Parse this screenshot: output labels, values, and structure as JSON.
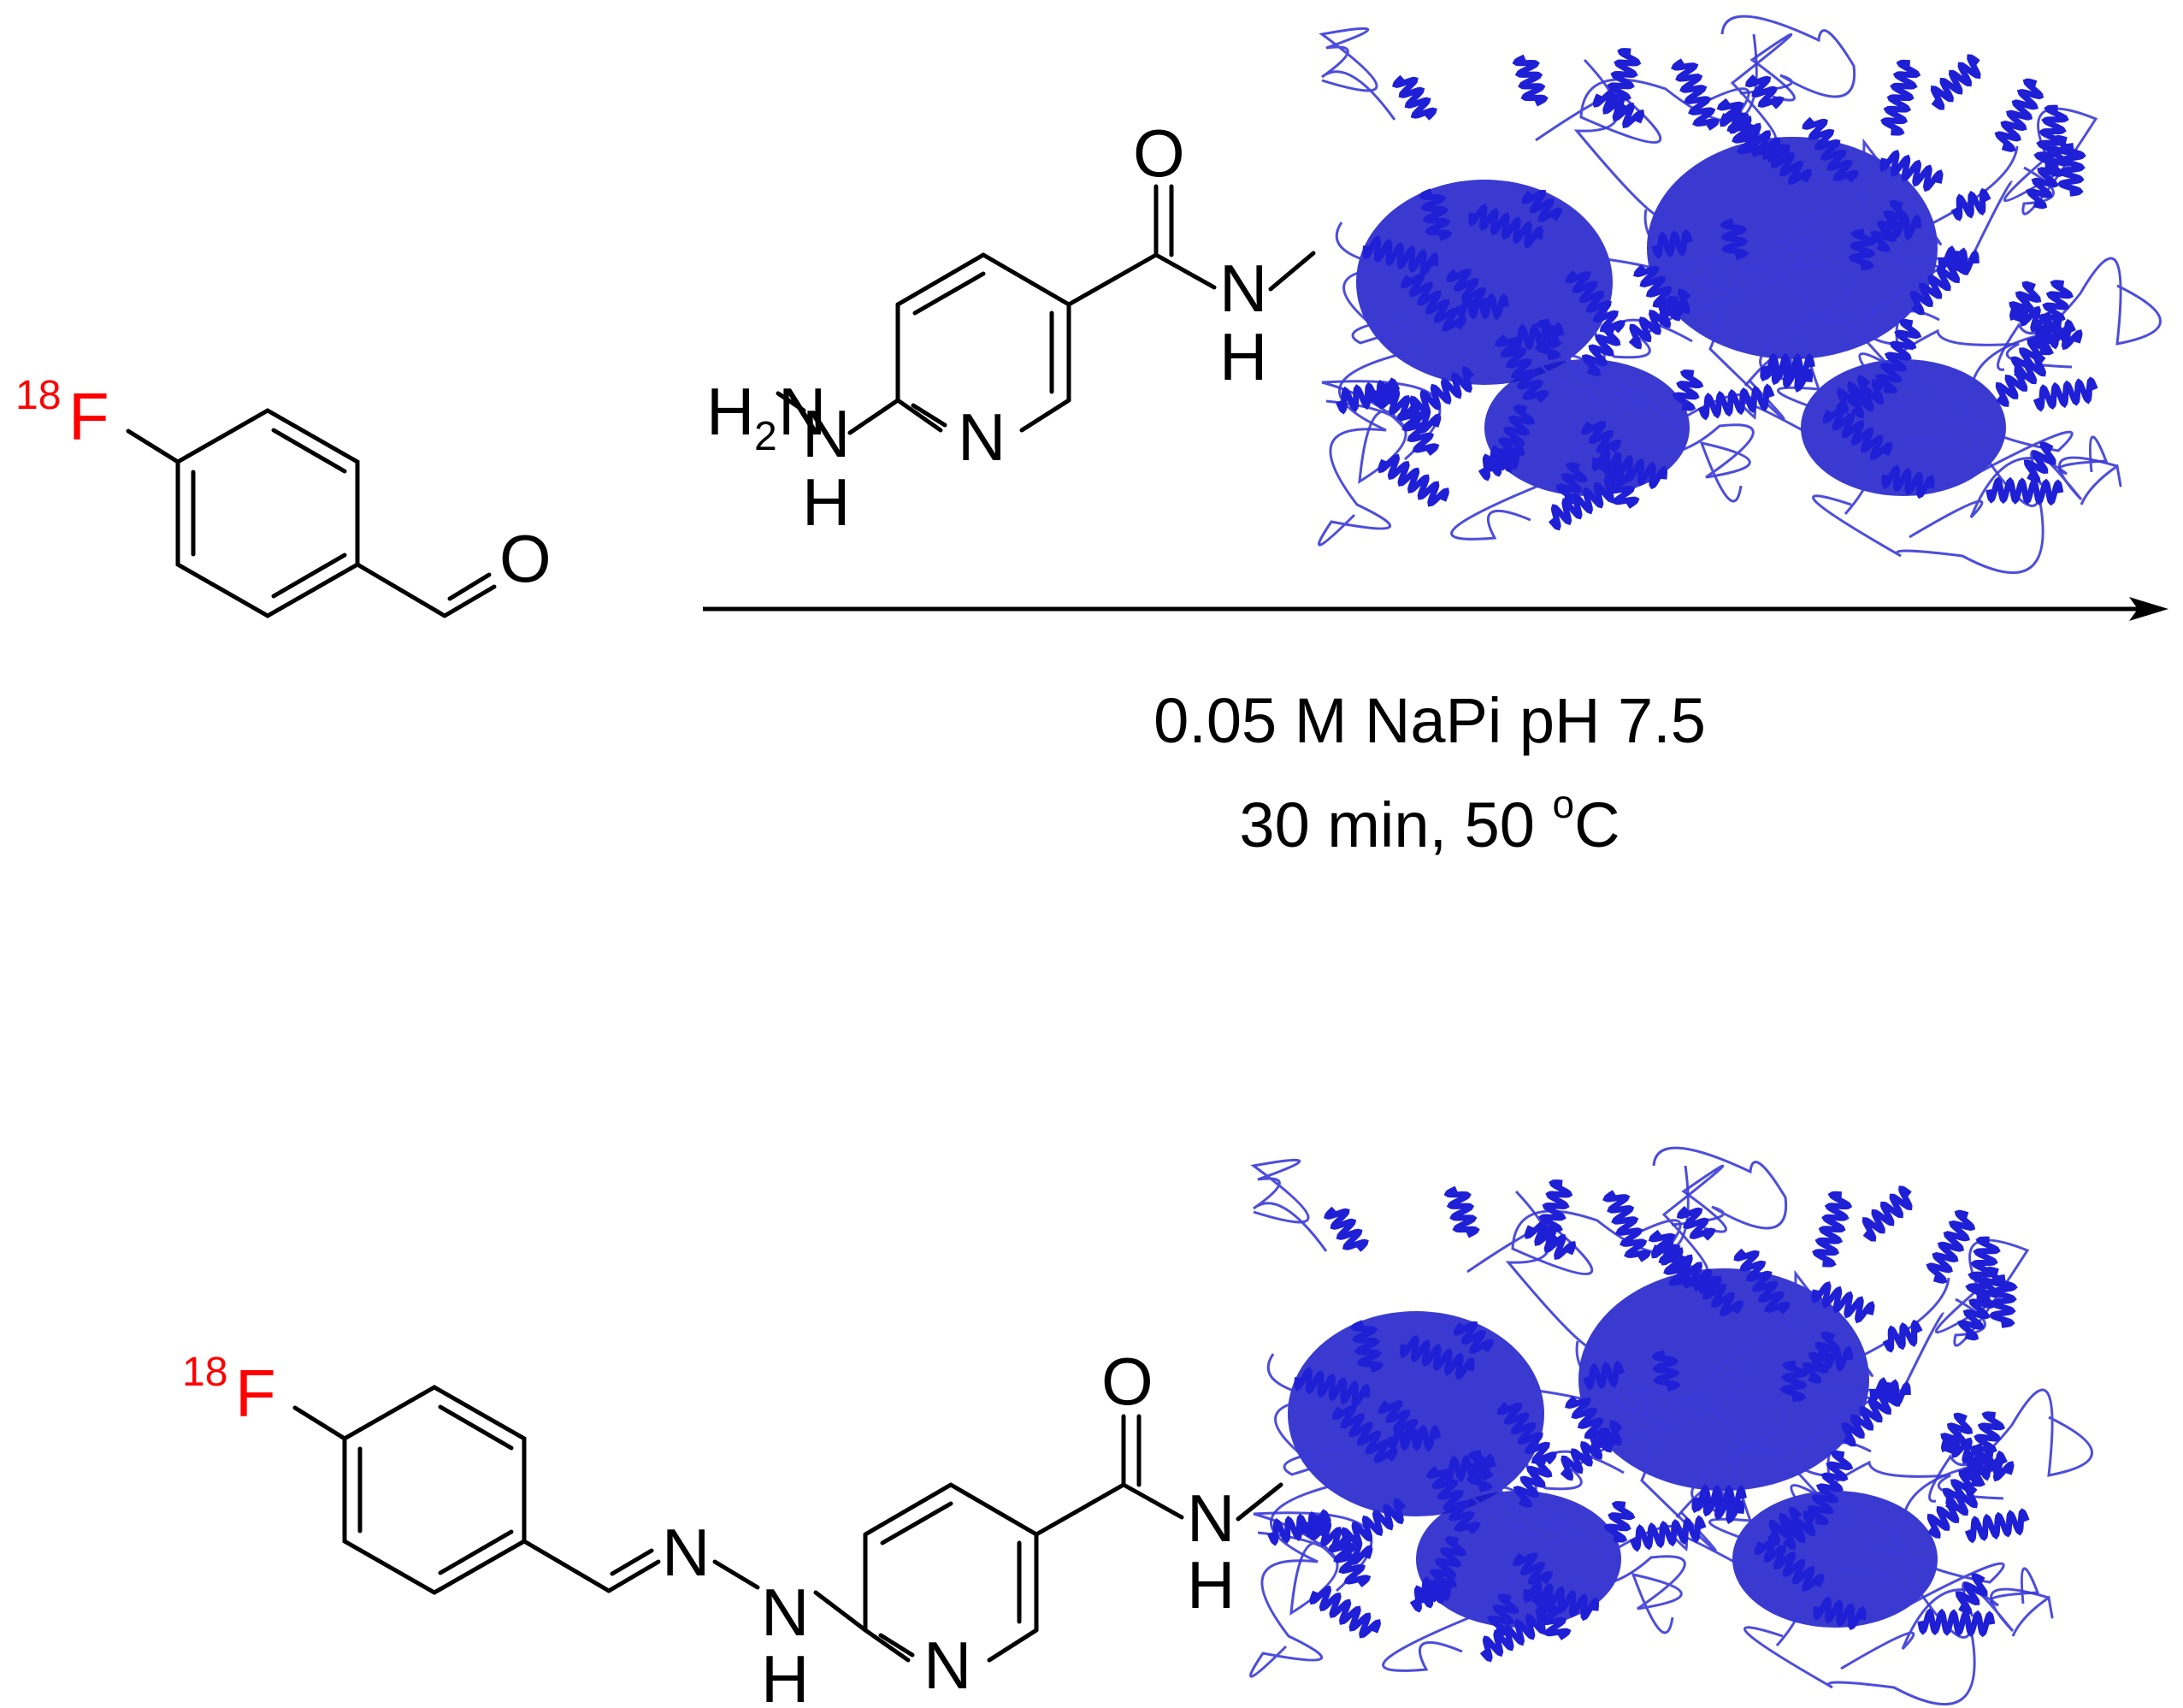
{
  "isotope": {
    "mass_number": "18",
    "element": "F",
    "color": "#ff0000"
  },
  "reagent": {
    "oxygen": "O",
    "amide_n": "N",
    "amide_h": "H",
    "hydrazine_h2n": "H",
    "hydrazine_sub2": "2",
    "hydrazine_n_after": "N",
    "hydrazine_nh_n": "N",
    "hydrazine_nh_h": "H",
    "pyridine_n": "N"
  },
  "aldehyde": {
    "oxygen": "O"
  },
  "conditions": {
    "line1": "0.05 M NaPi pH 7.5",
    "line2_prefix": "30 min, 50 ",
    "line2_degree": "o",
    "line2_unit": "C"
  },
  "product": {
    "oxygen": "O",
    "amide_n": "N",
    "amide_h": "H",
    "imine_n": "N",
    "nh_n": "N",
    "nh_h": "H",
    "pyridine_n": "N"
  },
  "colors": {
    "protein": "#1a1ad0",
    "arrow": "#000000"
  }
}
